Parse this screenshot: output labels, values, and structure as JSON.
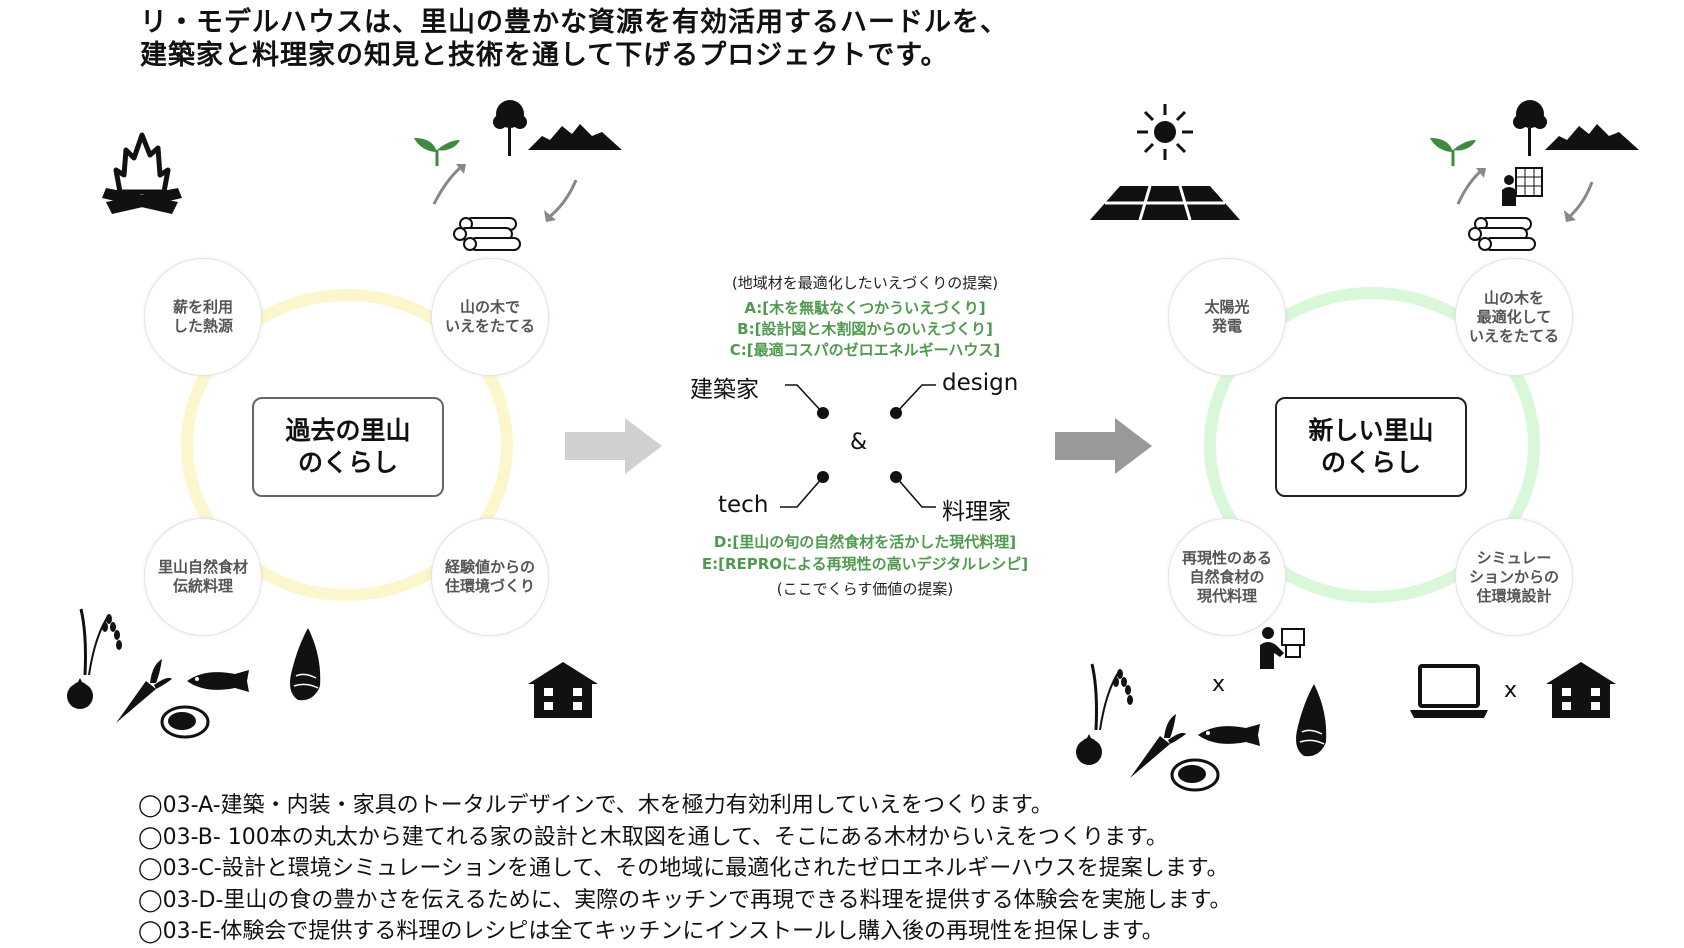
{
  "headline": {
    "line1": "リ・モデルハウスは、里山の豊かな資源を有効活用するハードルを、",
    "line2": "建築家と料理家の知見と技術を通して下げるプロジェクトです。"
  },
  "past_cycle": {
    "center": "過去の里山\nのくらし",
    "nodes": [
      "薪を利用\nした熱源",
      "山の木で\nいえをたてる",
      "里山自然食材\n伝統料理",
      "経験値からの\n住環境づくり"
    ],
    "ring_color": "#fbf6cc"
  },
  "new_cycle": {
    "center": "新しい里山\nのくらし",
    "nodes": [
      "太陽光\n発電",
      "山の木を\n最適化して\nいえをたてる",
      "再現性のある\n自然食材の\n現代料理",
      "シミュレー\nションからの\n住環境設計"
    ],
    "ring_color": "#d9f7d9"
  },
  "proposal_top": {
    "heading": "(地域材を最適化したいえづくりの提案)",
    "items": [
      "A:[木を無駄なくつかういえづくり]",
      "B:[設計図と木割図からのいえづくり]",
      "C:[最適コスパのゼロエネルギーハウス]"
    ]
  },
  "roles": {
    "top_left": "建築家",
    "top_right": "design",
    "center": "&",
    "bottom_left": "tech",
    "bottom_right": "料理家"
  },
  "proposal_bottom": {
    "items": [
      "D:[里山の旬の自然食材を活かした現代料理]",
      "E:[REPROによる再現性の高いデジタルレシピ]"
    ],
    "heading": "(ここでくらす価値の提案)"
  },
  "multiply_signs": [
    "x",
    "x"
  ],
  "bullets": [
    "◯03-A-建築・内装・家具のトータルデザインで、木を極力有効利用していえをつくります。",
    "◯03-B- 100本の丸太から建てれる家の設計と木取図を通して、そこにある木材からいえをつくります。",
    "◯03-C-設計と環境シミュレーションを通して、その地域に最適化されたゼロエネルギーハウスを提案します。",
    "◯03-D-里山の食の豊かさを伝えるために、実際のキッチンで再現できる料理を提供する体験会を実施します。",
    "◯03-E-体験会で提供する料理のレシピは全てキッチンにインストールし購入後の再現性を担保します。"
  ],
  "colors": {
    "green_text": "#4f9a4f",
    "arrow_light": "#d0d0d0",
    "arrow_dark": "#999999",
    "sprout": "#3e8a3e"
  },
  "icons": [
    "fire-icon",
    "sprout-icon",
    "tree-icon",
    "mountain-icon",
    "logs-icon",
    "cycle-arrow-icon",
    "fish-icon",
    "tomato-icon",
    "carrot-icon",
    "rice-icon",
    "bamboo-shoot-icon",
    "meat-icon",
    "house-icon",
    "sun-icon",
    "solar-panel-icon",
    "person-board-icon",
    "person-computer-icon",
    "laptop-icon"
  ]
}
